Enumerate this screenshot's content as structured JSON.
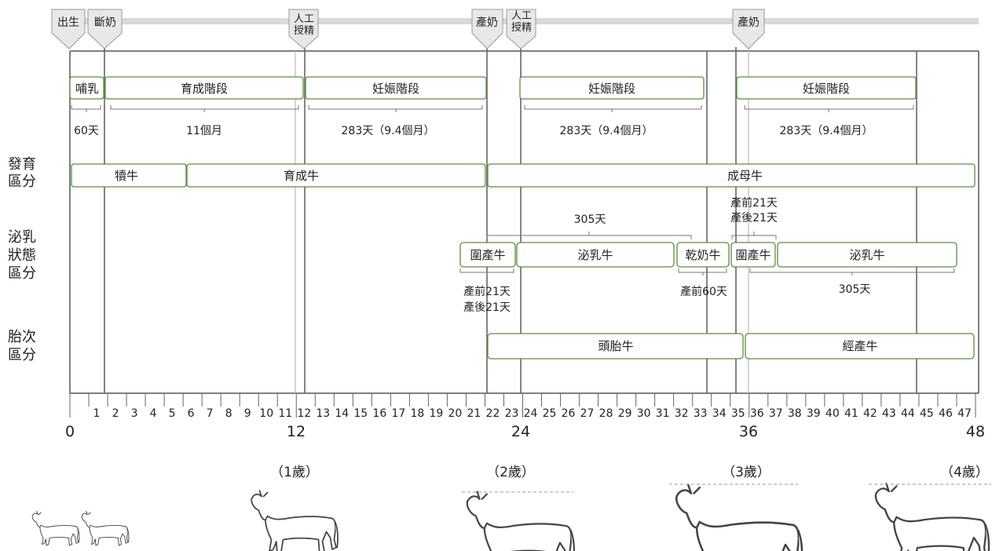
{
  "milestones": [
    {
      "label": "出生",
      "month": 0
    },
    {
      "label": "斷奶",
      "month": 2
    },
    {
      "label": "人工授精",
      "month": 12.5
    },
    {
      "label": "產奶",
      "month": 22
    },
    {
      "label": "人工授精",
      "month": 24
    },
    {
      "label": "產奶",
      "month": 36
    }
  ],
  "stage_boxes": [
    {
      "label": "哺乳",
      "start": 0,
      "end": 2
    },
    {
      "label": "育成階段",
      "start": 2,
      "end": 12.5
    },
    {
      "label": "妊娠階段",
      "start": 12.5,
      "end": 22
    },
    {
      "label": "妊娠階段",
      "start": 24,
      "end": 33.5
    },
    {
      "label": "妊娠階段",
      "start": 36,
      "end": 45.5
    }
  ],
  "durations": [
    "60天",
    "11個月",
    "283天（9.4個月）",
    "283天（9.4個月）",
    "283天（9.4個月）"
  ],
  "rows": {
    "development": {
      "label": "發育區分",
      "boxes": [
        {
          "label": "犢牛",
          "start": 0,
          "end": 6
        },
        {
          "label": "育成牛",
          "start": 6,
          "end": 22
        },
        {
          "label": "成母牛",
          "start": 22,
          "end": 48
        }
      ]
    },
    "lactation": {
      "label": "泌乳狀態區分",
      "boxes": [
        {
          "label": "圍產牛",
          "start": 21,
          "end": 23
        },
        {
          "label": "泌乳牛",
          "start": 23,
          "end": 32
        },
        {
          "label": "乾奶牛",
          "start": 32,
          "end": 35
        },
        {
          "label": "圍產牛",
          "start": 35,
          "end": 37
        },
        {
          "label": "泌乳牛",
          "start": 37,
          "end": 47
        }
      ],
      "annotations": [
        "305天",
        "產前21天",
        "產後21天",
        "產前60天",
        "305天",
        "產前21天",
        "產後21天"
      ]
    },
    "parity": {
      "label": "胎次區分",
      "boxes": [
        {
          "label": "頭胎牛",
          "start": 22,
          "end": 36
        },
        {
          "label": "經產牛",
          "start": 36,
          "end": 48
        }
      ]
    }
  },
  "axis": {
    "months": [
      "1",
      "2",
      "3",
      "4",
      "5",
      "6",
      "7",
      "8",
      "9",
      "10",
      "11",
      "12",
      "13",
      "14",
      "15",
      "16",
      "17",
      "18",
      "19",
      "20",
      "21",
      "22",
      "23",
      "24",
      "25",
      "26",
      "27",
      "28",
      "29",
      "30",
      "31",
      "32",
      "33",
      "34",
      "35",
      "36",
      "37",
      "38",
      "39",
      "40",
      "41",
      "42",
      "43",
      "44",
      "45",
      "46",
      "47"
    ],
    "major": [
      "0",
      "12",
      "24",
      "36",
      "48"
    ]
  },
  "ages": [
    "（1歲）",
    "（2歲）",
    "（3歲）",
    "（4歲）"
  ],
  "colors": {
    "box_border": "#5a8f3c",
    "vline": "#666666",
    "track": "#d9d9d9",
    "pin": "#e8e8e8"
  }
}
